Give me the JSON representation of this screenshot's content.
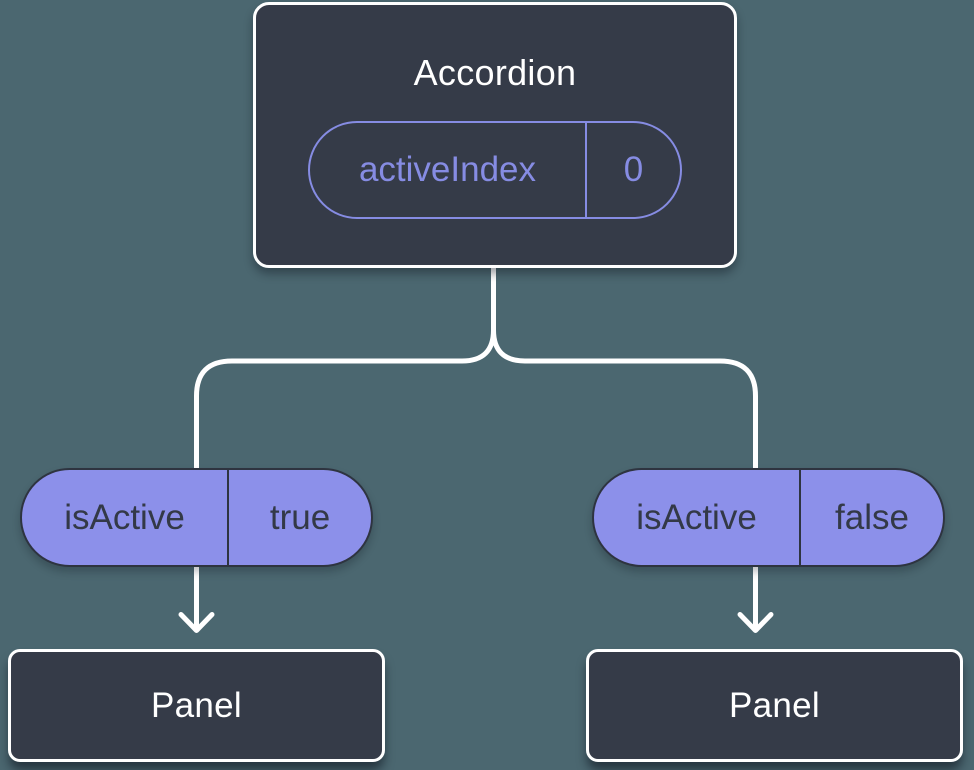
{
  "diagram": {
    "type": "component-tree",
    "colors": {
      "background": "#4B6770",
      "node_fill": "#353B48",
      "node_border": "#FFFFFF",
      "accent_purple_outline": "#868CE3",
      "prop_pill_fill": "#8C90EA",
      "prop_pill_text": "#333947",
      "connector": "#FFFFFF"
    },
    "root": {
      "title": "Accordion",
      "state": {
        "name": "activeIndex",
        "value": "0"
      }
    },
    "props": [
      {
        "name": "isActive",
        "value": "true"
      },
      {
        "name": "isActive",
        "value": "false"
      }
    ],
    "children": [
      {
        "title": "Panel"
      },
      {
        "title": "Panel"
      }
    ]
  }
}
